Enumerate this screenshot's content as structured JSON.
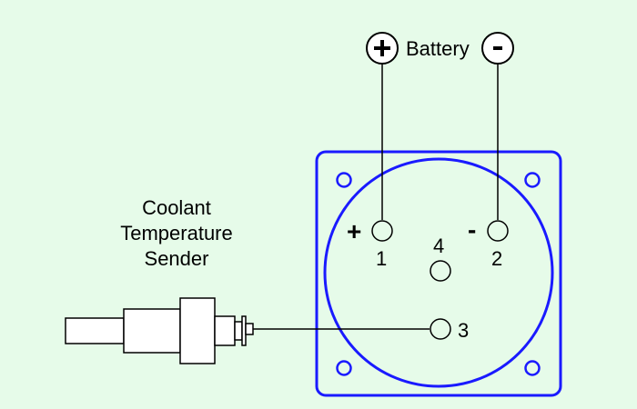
{
  "colors": {
    "background": "#e6fbe9",
    "gauge_outline": "#1a1aff",
    "wire": "#000000"
  },
  "battery": {
    "label": "Battery",
    "positive_symbol": "+",
    "negative_symbol": "-"
  },
  "sender": {
    "label_line1": "Coolant",
    "label_line2": "Temperature",
    "label_line3": "Sender"
  },
  "terminals": {
    "t1": {
      "number": "1",
      "sign": "+"
    },
    "t2": {
      "number": "2",
      "sign": "-"
    },
    "t3": {
      "number": "3"
    },
    "t4": {
      "number": "4"
    }
  }
}
